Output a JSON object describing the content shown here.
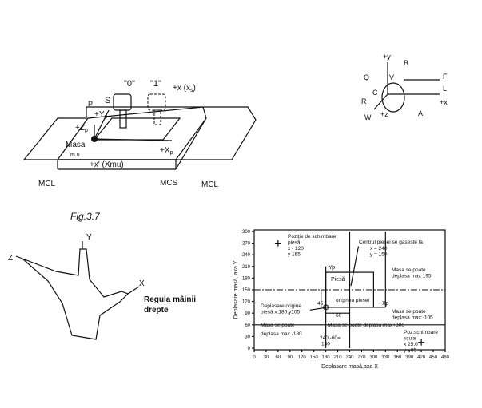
{
  "machine_figure": {
    "tool_0": "\"0\"",
    "tool_1": "\"1\"",
    "spindle": "S",
    "plus_x": "+x (x",
    "plus_x_sub": "s",
    "plus_x_close": ")",
    "p": "P",
    "plus_yp": "+Y",
    "plus_zp": "+Z",
    "p_sub": "p",
    "plus_xp": "+X",
    "masa": "Masa",
    "masa_sub": "m.u",
    "x_prime": "+x' (Xmu)",
    "mcl_left": "MCL",
    "mcs": "MCS",
    "mcl_right": "MCL",
    "caption": "Fig.3.7"
  },
  "axes_figure": {
    "y": "+y",
    "b": "B",
    "q": "Q",
    "v": "V",
    "f": "F",
    "l": "L",
    "x": "+x",
    "r": "R",
    "c": "C",
    "w": "W",
    "z": "+z",
    "a": "A"
  },
  "hand_figure": {
    "z": "Z",
    "y": "Y",
    "x": "X",
    "label_line1": "Regula mâinii",
    "label_line2": "drepte"
  },
  "chart_data": {
    "type": "diagram-plot",
    "xlabel": "Deplasare masă,axa X",
    "ylabel": "Deplasare masă, axa Y",
    "x_ticks": [
      "0",
      "30",
      "60",
      "90",
      "120",
      "150",
      "180",
      "210",
      "240",
      "270",
      "300",
      "330",
      "360",
      "390",
      "420",
      "450",
      "480"
    ],
    "y_ticks": [
      "0",
      "30",
      "60",
      "90",
      "120",
      "150",
      "180",
      "210",
      "240",
      "270",
      "300"
    ],
    "xlim": [
      0,
      480
    ],
    "ylim": [
      0,
      300
    ],
    "part_change": {
      "label1": "Poziţie de schimbare",
      "label2": "piesă",
      "x_text": "x - 120",
      "y_text": "y  165",
      "x": 60,
      "y": 270
    },
    "part_center": {
      "label": "Centrul piesei se găseste la",
      "x_text": "x = 240",
      "y_text": "y = 150",
      "x": 240,
      "y": 150
    },
    "part": {
      "label": "Piesă",
      "x0": 180,
      "y0": 105,
      "x1": 300,
      "y1": 195
    },
    "yp_label": "Yp",
    "xp_label": "Xp",
    "origin_label": "originea piesei",
    "origin_shift": {
      "label1": "Deplasare origine",
      "label2": "piesă x:180,y105"
    },
    "dim_45": "45",
    "dim_60": "60",
    "table_max_195": {
      "label1": "Masa se poate",
      "label2": "deplasa max 195"
    },
    "table_max_m105": {
      "label1": "Masa se poate",
      "label2": "deplasa max:-105"
    },
    "table_max_m180": {
      "label1": "Masa se poate",
      "label2": "deplasa max.-180"
    },
    "table_max_300": "Masa se poate deplasa max+300",
    "calc": {
      "line1": "240 -60=",
      "line2": "180"
    },
    "tool_change": {
      "label1": "Poz.schimbare",
      "label2": "scula",
      "x_text": "x 25.0",
      "y_text": "y - 85",
      "x": 420,
      "y": 15
    }
  }
}
